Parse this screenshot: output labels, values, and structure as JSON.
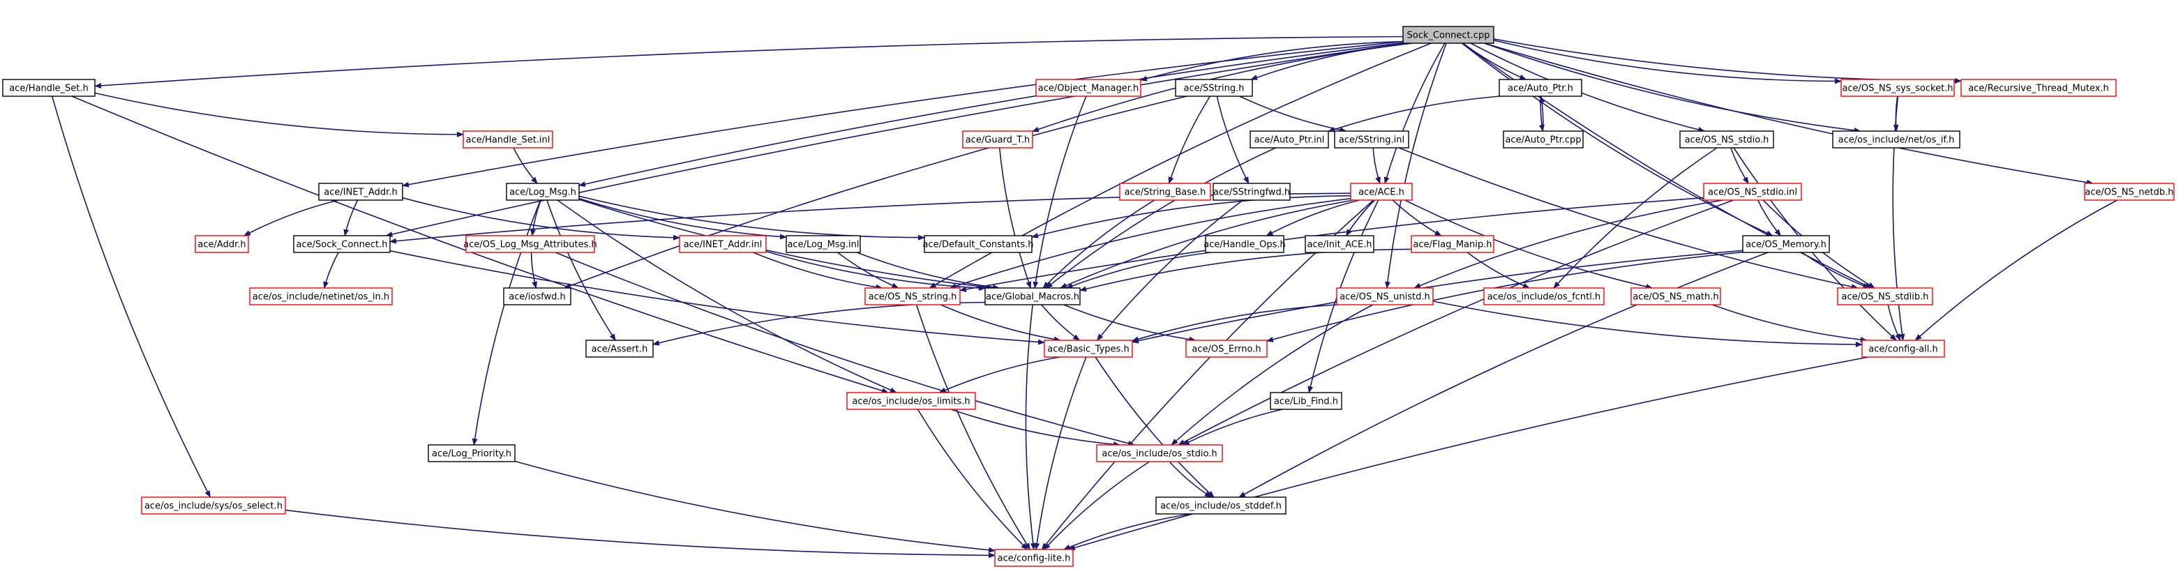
{
  "colors": {
    "edge": "#191970",
    "box_border_default": "#000000",
    "box_border_incomplete": "#ff0000",
    "root_fill": "#bfbfbf",
    "box_fill": "#ffffff",
    "text": "#000000"
  },
  "nodes": [
    {
      "id": "root",
      "label": "Sock_Connect.cpp",
      "root": true
    },
    {
      "id": "handle_set_h",
      "label": "ace/Handle_Set.h"
    },
    {
      "id": "object_manager",
      "label": "ace/Object_Manager.h",
      "incomplete": true
    },
    {
      "id": "sstring_h",
      "label": "ace/SString.h"
    },
    {
      "id": "guard_t",
      "label": "ace/Guard_T.h",
      "incomplete": true
    },
    {
      "id": "auto_ptr_h",
      "label": "ace/Auto_Ptr.h"
    },
    {
      "id": "os_ns_sys_socket",
      "label": "ace/OS_NS_sys_socket.h",
      "incomplete": true
    },
    {
      "id": "recursive_thread_mutex",
      "label": "ace/Recursive_Thread_Mutex.h",
      "incomplete": true
    },
    {
      "id": "handle_set_inl",
      "label": "ace/Handle_Set.inl",
      "incomplete": true
    },
    {
      "id": "auto_ptr_inl",
      "label": "ace/Auto_Ptr.inl"
    },
    {
      "id": "sstring_inl",
      "label": "ace/SString.inl"
    },
    {
      "id": "auto_ptr_cpp",
      "label": "ace/Auto_Ptr.cpp"
    },
    {
      "id": "os_ns_stdio_h",
      "label": "ace/OS_NS_stdio.h"
    },
    {
      "id": "os_if_h",
      "label": "ace/os_include/net/os_if.h"
    },
    {
      "id": "os_ns_netdb",
      "label": "ace/OS_NS_netdb.h",
      "incomplete": true
    },
    {
      "id": "inet_addr_h",
      "label": "ace/INET_Addr.h"
    },
    {
      "id": "log_msg_h",
      "label": "ace/Log_Msg.h"
    },
    {
      "id": "string_base_h",
      "label": "ace/String_Base.h",
      "incomplete": true
    },
    {
      "id": "sstringfwd_h",
      "label": "ace/SStringfwd.h"
    },
    {
      "id": "ace_h",
      "label": "ace/ACE.h",
      "incomplete": true
    },
    {
      "id": "os_ns_stdio_inl",
      "label": "ace/OS_NS_stdio.inl",
      "incomplete": true
    },
    {
      "id": "addr_h",
      "label": "ace/Addr.h",
      "incomplete": true
    },
    {
      "id": "sock_connect_h",
      "label": "ace/Sock_Connect.h"
    },
    {
      "id": "os_log_msg_attributes",
      "label": "ace/OS_Log_Msg_Attributes.h",
      "incomplete": true
    },
    {
      "id": "inet_addr_inl",
      "label": "ace/INET_Addr.inl",
      "incomplete": true
    },
    {
      "id": "log_msg_inl",
      "label": "ace/Log_Msg.inl"
    },
    {
      "id": "default_constants",
      "label": "ace/Default_Constants.h"
    },
    {
      "id": "handle_ops",
      "label": "ace/Handle_Ops.h"
    },
    {
      "id": "init_ace",
      "label": "ace/Init_ACE.h"
    },
    {
      "id": "flag_manip",
      "label": "ace/Flag_Manip.h",
      "incomplete": true
    },
    {
      "id": "os_memory",
      "label": "ace/OS_Memory.h"
    },
    {
      "id": "os_in_h",
      "label": "ace/os_include/netinet/os_in.h",
      "incomplete": true
    },
    {
      "id": "iosfwd_h",
      "label": "ace/iosfwd.h"
    },
    {
      "id": "os_ns_string",
      "label": "ace/OS_NS_string.h",
      "incomplete": true
    },
    {
      "id": "global_macros",
      "label": "ace/Global_Macros.h"
    },
    {
      "id": "os_ns_unistd",
      "label": "ace/OS_NS_unistd.h",
      "incomplete": true
    },
    {
      "id": "os_fcntl",
      "label": "ace/os_include/os_fcntl.h",
      "incomplete": true
    },
    {
      "id": "os_ns_math",
      "label": "ace/OS_NS_math.h",
      "incomplete": true
    },
    {
      "id": "os_ns_stdlib",
      "label": "ace/OS_NS_stdlib.h",
      "incomplete": true
    },
    {
      "id": "assert_h",
      "label": "ace/Assert.h"
    },
    {
      "id": "basic_types",
      "label": "ace/Basic_Types.h",
      "incomplete": true
    },
    {
      "id": "os_errno",
      "label": "ace/OS_Errno.h",
      "incomplete": true
    },
    {
      "id": "config_all",
      "label": "ace/config-all.h",
      "incomplete": true
    },
    {
      "id": "os_limits",
      "label": "ace/os_include/os_limits.h",
      "incomplete": true
    },
    {
      "id": "lib_find",
      "label": "ace/Lib_Find.h"
    },
    {
      "id": "log_priority",
      "label": "ace/Log_Priority.h"
    },
    {
      "id": "os_stdio",
      "label": "ace/os_include/os_stdio.h",
      "incomplete": true
    },
    {
      "id": "os_stddef",
      "label": "ace/os_include/os_stddef.h"
    },
    {
      "id": "os_select",
      "label": "ace/os_include/sys/os_select.h",
      "incomplete": true
    },
    {
      "id": "config_lite",
      "label": "ace/config-lite.h",
      "incomplete": true
    }
  ],
  "edges": [
    [
      "root",
      "handle_set_h"
    ],
    [
      "root",
      "object_manager"
    ],
    [
      "root",
      "sstring_h"
    ],
    [
      "root",
      "guard_t"
    ],
    [
      "root",
      "auto_ptr_h"
    ],
    [
      "root",
      "os_ns_sys_socket"
    ],
    [
      "root",
      "recursive_thread_mutex"
    ],
    [
      "root",
      "os_if_h"
    ],
    [
      "root",
      "os_ns_netdb"
    ],
    [
      "root",
      "os_ns_stdio_h"
    ],
    [
      "root",
      "ace_h"
    ],
    [
      "root",
      "inet_addr_h"
    ],
    [
      "root",
      "log_msg_h"
    ],
    [
      "root",
      "sock_connect_h"
    ],
    [
      "root",
      "os_ns_string"
    ],
    [
      "root",
      "os_ns_unistd"
    ],
    [
      "root",
      "os_memory"
    ],
    [
      "root",
      "os_ns_stdlib"
    ],
    [
      "handle_set_h",
      "handle_set_inl"
    ],
    [
      "handle_set_h",
      "os_limits"
    ],
    [
      "handle_set_h",
      "os_select"
    ],
    [
      "handle_set_inl",
      "log_msg_h"
    ],
    [
      "sstring_h",
      "string_base_h"
    ],
    [
      "sstring_h",
      "sstringfwd_h"
    ],
    [
      "sstring_h",
      "sstring_inl"
    ],
    [
      "sstring_h",
      "iosfwd_h"
    ],
    [
      "object_manager",
      "global_macros"
    ],
    [
      "guard_t",
      "global_macros"
    ],
    [
      "auto_ptr_h",
      "auto_ptr_inl"
    ],
    [
      "auto_ptr_h",
      "auto_ptr_cpp"
    ],
    [
      "auto_ptr_cpp",
      "auto_ptr_h"
    ],
    [
      "auto_ptr_inl",
      "global_macros"
    ],
    [
      "sstring_inl",
      "ace_h"
    ],
    [
      "sstring_inl",
      "os_ns_stdlib"
    ],
    [
      "os_ns_sys_socket",
      "os_if_h"
    ],
    [
      "os_ns_sys_socket",
      "config_all"
    ],
    [
      "os_ns_netdb",
      "config_all"
    ],
    [
      "os_ns_stdio_h",
      "os_ns_stdio_inl"
    ],
    [
      "os_ns_stdio_h",
      "os_fcntl"
    ],
    [
      "os_ns_stdio_h",
      "config_all"
    ],
    [
      "os_ns_stdio_inl",
      "os_memory"
    ],
    [
      "os_ns_stdio_inl",
      "os_ns_stdlib"
    ],
    [
      "os_ns_stdio_inl",
      "os_ns_unistd"
    ],
    [
      "os_ns_stdio_inl",
      "os_stdio"
    ],
    [
      "os_ns_stdio_inl",
      "os_ns_string"
    ],
    [
      "inet_addr_h",
      "sock_connect_h"
    ],
    [
      "inet_addr_h",
      "addr_h"
    ],
    [
      "inet_addr_h",
      "inet_addr_inl"
    ],
    [
      "log_msg_h",
      "default_constants"
    ],
    [
      "log_msg_h",
      "os_log_msg_attributes"
    ],
    [
      "log_msg_h",
      "log_msg_inl"
    ],
    [
      "log_msg_h",
      "global_macros"
    ],
    [
      "log_msg_h",
      "assert_h"
    ],
    [
      "log_msg_h",
      "log_priority"
    ],
    [
      "log_msg_h",
      "os_limits"
    ],
    [
      "sock_connect_h",
      "os_in_h"
    ],
    [
      "sock_connect_h",
      "basic_types"
    ],
    [
      "os_log_msg_attributes",
      "iosfwd_h"
    ],
    [
      "os_log_msg_attributes",
      "os_stdio"
    ],
    [
      "inet_addr_inl",
      "os_ns_string"
    ],
    [
      "inet_addr_inl",
      "global_macros"
    ],
    [
      "log_msg_inl",
      "os_ns_string"
    ],
    [
      "log_msg_inl",
      "global_macros"
    ],
    [
      "ace_h",
      "default_constants"
    ],
    [
      "ace_h",
      "handle_ops"
    ],
    [
      "ace_h",
      "init_ace"
    ],
    [
      "ace_h",
      "flag_manip"
    ],
    [
      "ace_h",
      "os_ns_math"
    ],
    [
      "ace_h",
      "lib_find"
    ],
    [
      "ace_h",
      "config_lite"
    ],
    [
      "ace_h",
      "os_ns_string"
    ],
    [
      "ace_h",
      "global_macros"
    ],
    [
      "ace_h",
      "sock_connect_h"
    ],
    [
      "string_base_h",
      "global_macros"
    ],
    [
      "sstringfwd_h",
      "basic_types"
    ],
    [
      "handle_ops",
      "global_macros"
    ],
    [
      "flag_manip",
      "global_macros"
    ],
    [
      "flag_manip",
      "os_fcntl"
    ],
    [
      "os_memory",
      "os_ns_stdlib"
    ],
    [
      "os_memory",
      "os_errno"
    ],
    [
      "os_memory",
      "basic_types"
    ],
    [
      "os_memory",
      "os_stddef"
    ],
    [
      "os_ns_string",
      "basic_types"
    ],
    [
      "os_ns_string",
      "config_lite"
    ],
    [
      "global_macros",
      "assert_h"
    ],
    [
      "global_macros",
      "os_errno"
    ],
    [
      "global_macros",
      "basic_types"
    ],
    [
      "global_macros",
      "config_lite"
    ],
    [
      "os_ns_unistd",
      "basic_types"
    ],
    [
      "os_ns_unistd",
      "config_all"
    ],
    [
      "os_ns_unistd",
      "os_stdio"
    ],
    [
      "os_ns_math",
      "config_all"
    ],
    [
      "os_ns_stdlib",
      "config_all"
    ],
    [
      "basic_types",
      "os_limits"
    ],
    [
      "basic_types",
      "config_lite"
    ],
    [
      "basic_types",
      "os_stddef"
    ],
    [
      "config_all",
      "config_lite"
    ],
    [
      "os_limits",
      "os_stdio"
    ],
    [
      "os_limits",
      "config_lite"
    ],
    [
      "lib_find",
      "os_stdio"
    ],
    [
      "os_stdio",
      "os_stddef"
    ],
    [
      "os_stdio",
      "config_lite"
    ],
    [
      "os_stddef",
      "config_lite"
    ],
    [
      "log_priority",
      "config_lite"
    ],
    [
      "os_select",
      "config_lite"
    ]
  ]
}
